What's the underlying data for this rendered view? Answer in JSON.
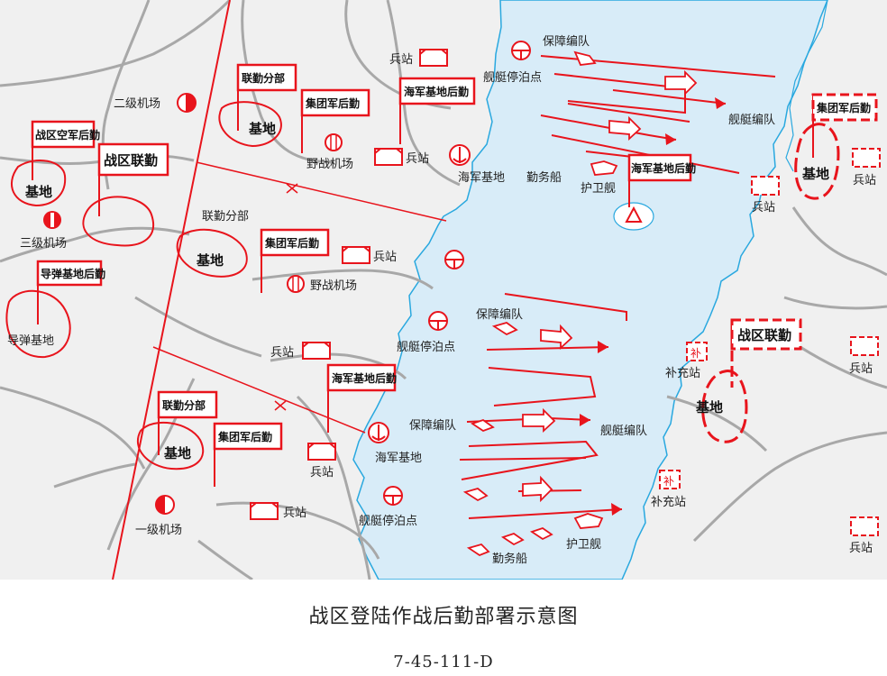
{
  "caption": {
    "title": "战区登陆作战后勤部署示意图",
    "code": "7-45-111-D"
  },
  "colors": {
    "land": "#f0f0f0",
    "sea": "#d8ecf8",
    "coast": "#29a8df",
    "road": "#a8a8a8",
    "symbol": "#e8141c"
  },
  "labels": {
    "airfield_2": "二级机场",
    "airfield_3": "三级机场",
    "airfield_1": "一级机场",
    "field_airfield": "野战机场",
    "supply_station": "兵站",
    "naval_base": "海军基地",
    "anchorage": "舰艇停泊点",
    "screening_formation": "保障编队",
    "ship_formation": "舰艇编队",
    "service_ship": "勤务船",
    "escort_ship": "护卫舰",
    "replenishment_station": "补充站",
    "base": "基地",
    "missile_base": "导弹基地",
    "replenish_char": "补"
  },
  "flags": {
    "theater_air_force": "战区空军后勤",
    "theater_joint": "战区联勤",
    "missile_base_logistics": "导弹基地后勤",
    "joint_branch": "联勤分部",
    "army_group": "集团军后勤",
    "naval_base_logistics": "海军基地后勤",
    "joint_branch_plain": "联勤分部"
  }
}
